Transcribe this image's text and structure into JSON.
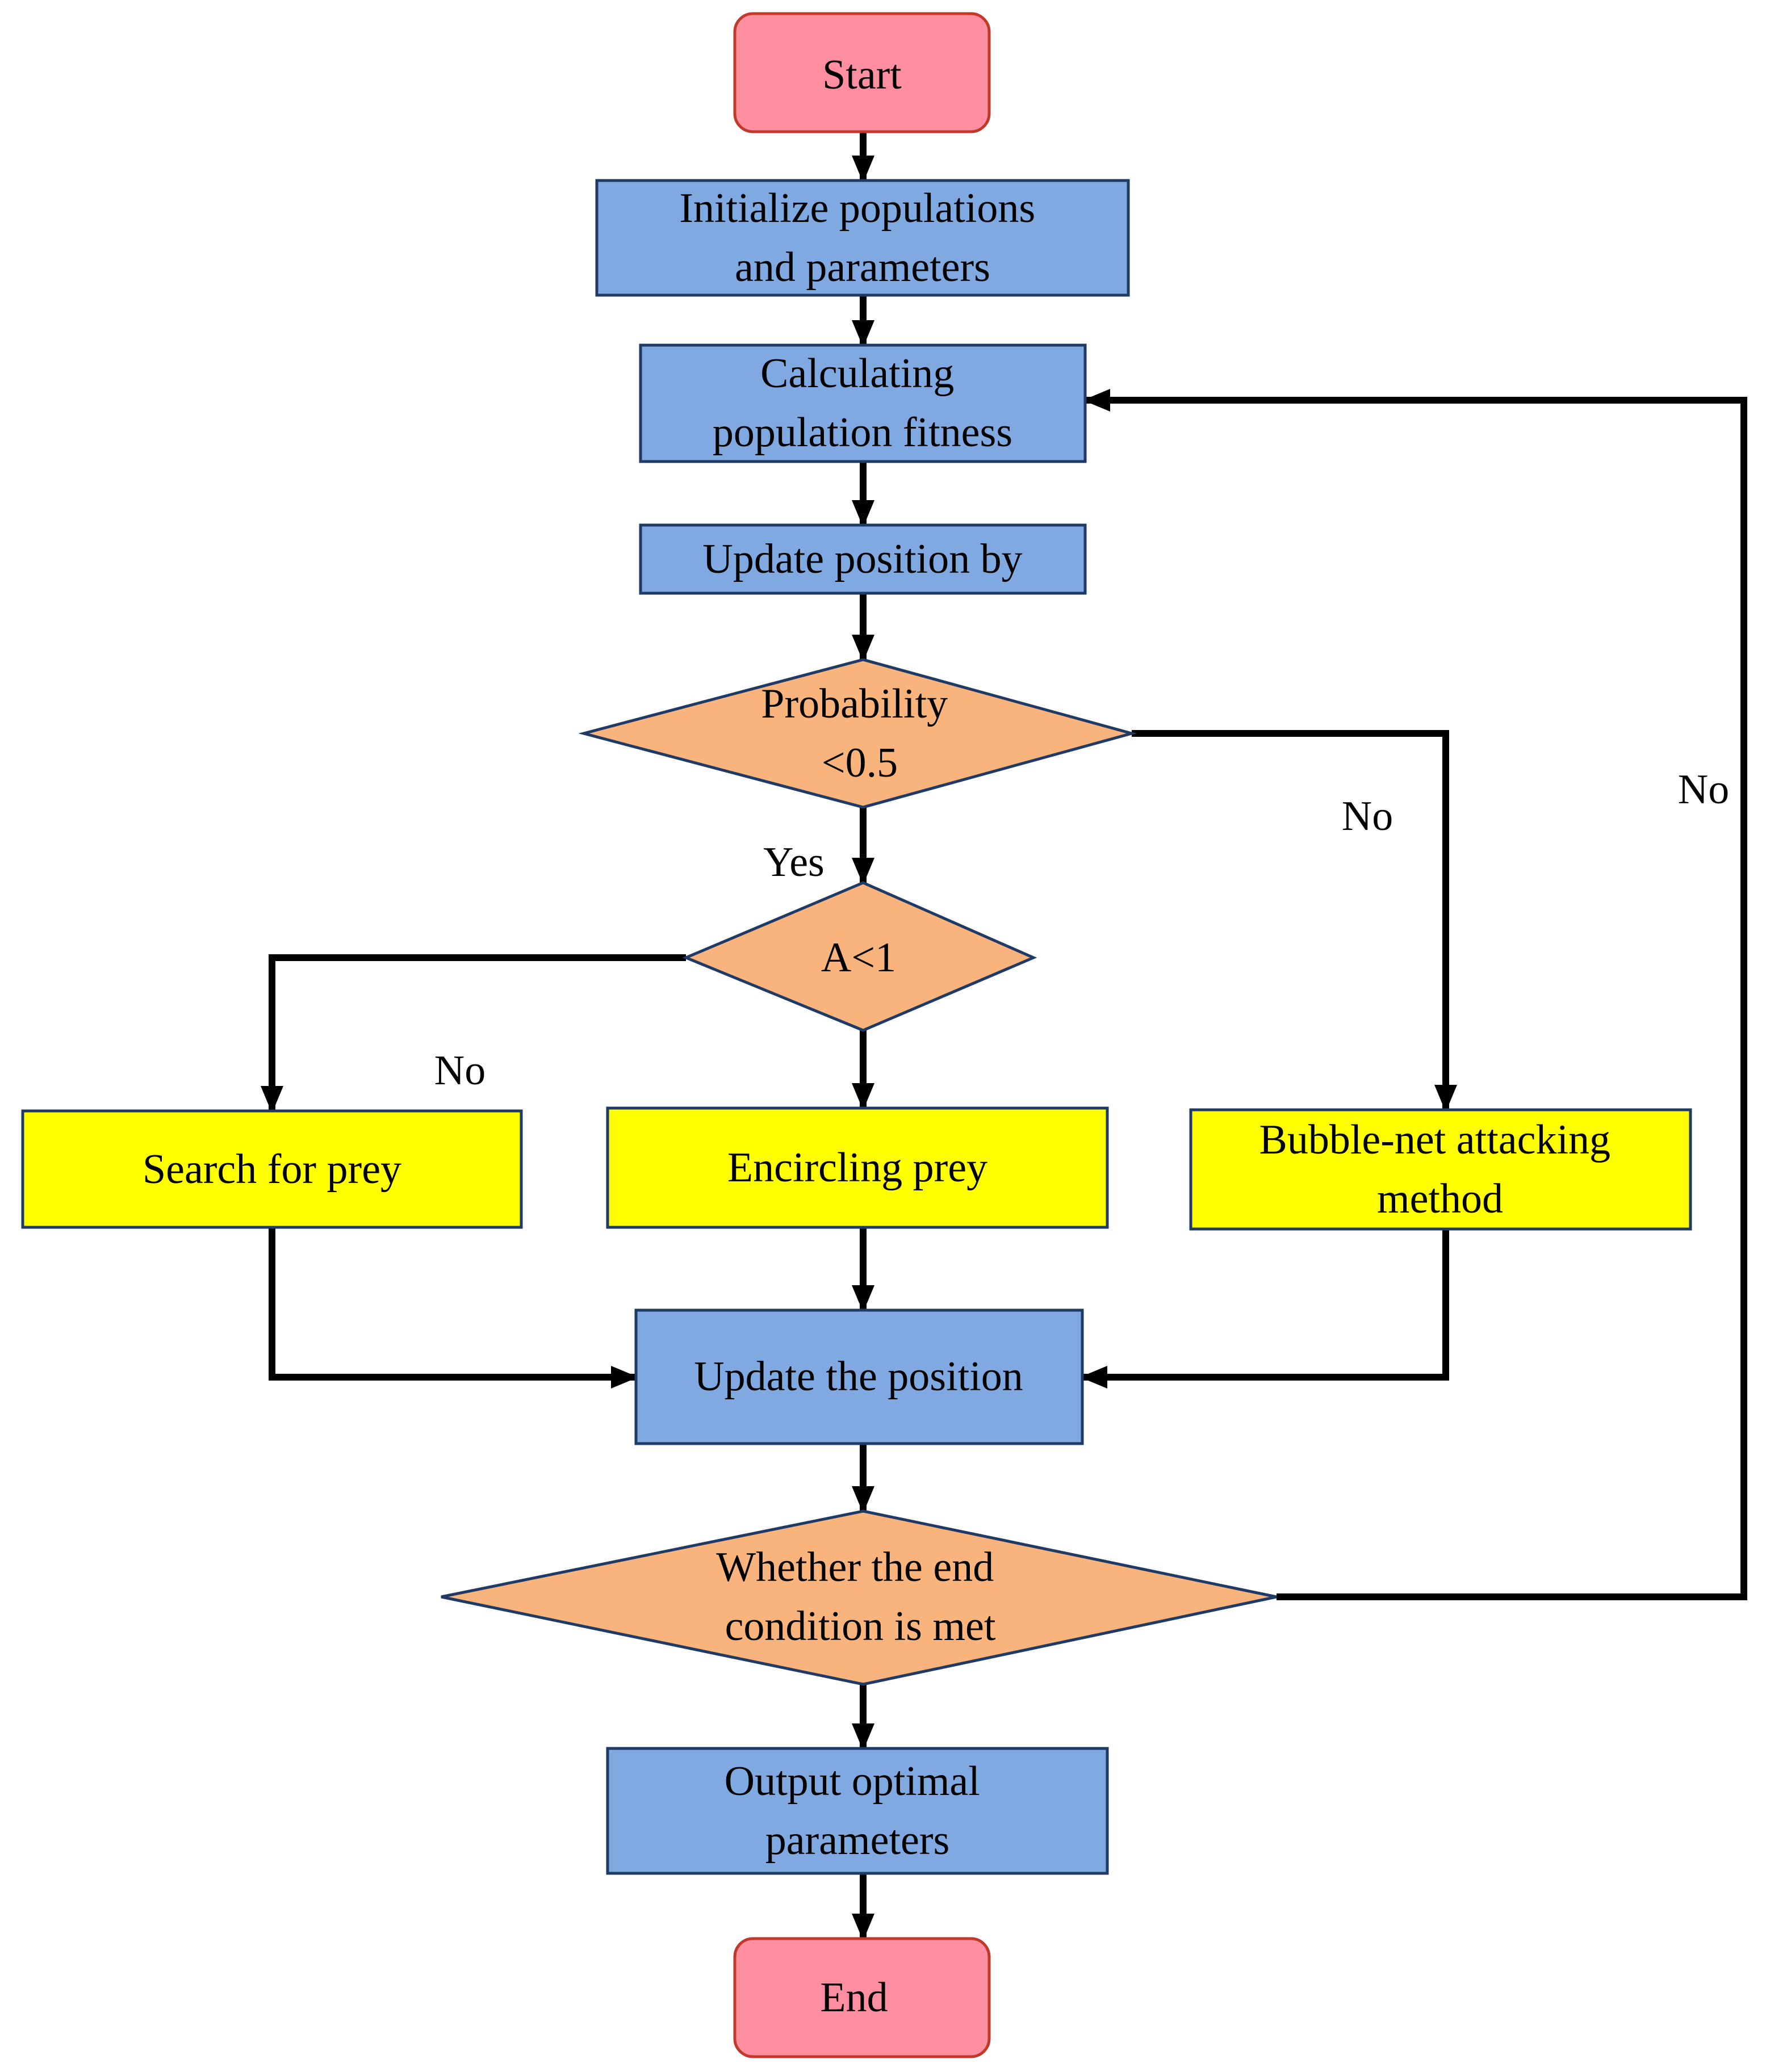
{
  "colors": {
    "terminal": "#FF8FA0",
    "terminal_border": "#C0392B",
    "process": "#7FA9E0",
    "process_border": "#1F3A64",
    "decision": "#F9B47E",
    "decision_border": "#1F3A64",
    "action": "#FFFF00",
    "action_border": "#1F3A64",
    "connector": "#000000"
  },
  "nodes": {
    "start": {
      "lines": [
        "Start"
      ]
    },
    "init": {
      "lines": [
        "Initialize populations",
        "and parameters"
      ]
    },
    "fitness": {
      "lines": [
        "Calculating",
        "population  fitness"
      ]
    },
    "update_by": {
      "lines": [
        "Update position by"
      ]
    },
    "probability": {
      "lines": [
        "Probability",
        "<0.5"
      ]
    },
    "a_less_1": {
      "lines": [
        "A<1"
      ]
    },
    "search": {
      "lines": [
        "Search  for prey"
      ]
    },
    "encircling": {
      "lines": [
        "Encircling  prey"
      ]
    },
    "bubble": {
      "lines": [
        "Bubble-net attacking",
        "method"
      ]
    },
    "update_pos": {
      "lines": [
        "Update the position"
      ]
    },
    "end_condition": {
      "lines": [
        "Whether the end",
        "condition  is met"
      ]
    },
    "output": {
      "lines": [
        "Output optimal",
        "parameters"
      ]
    },
    "end": {
      "lines": [
        "End"
      ]
    }
  },
  "edge_labels": {
    "yes": "Yes",
    "no_bubble": "No",
    "no_search": "No",
    "no_loop": "No"
  }
}
